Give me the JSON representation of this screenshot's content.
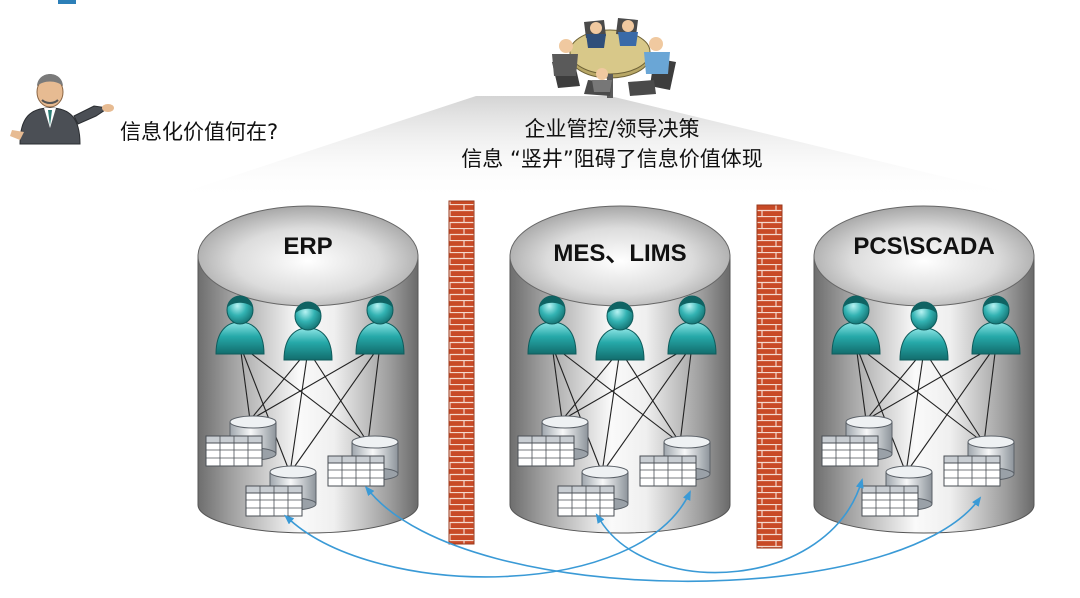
{
  "question": "信息化价值何在?",
  "headline": {
    "line1": "企业管控/领导决策",
    "line2": "信息 “竖井”阻碍了信息价值体现"
  },
  "systems": [
    {
      "label": "ERP"
    },
    {
      "label": "MES、LIMS"
    },
    {
      "label": "PCS\\SCADA"
    }
  ],
  "icons": {
    "presenter": "presenter-icon",
    "meeting": "meeting-table-icon",
    "user": "user-icon",
    "database": "database-table-icon",
    "wall": "brick-wall-icon"
  },
  "colors": {
    "cylinder_dark": "#8c8c8c",
    "cylinder_light": "#f2f2f2",
    "user_teal": "#22a4a4",
    "brick": "#c84a26",
    "arrow": "#3a9ad6",
    "beam": "#e6e6e6"
  }
}
